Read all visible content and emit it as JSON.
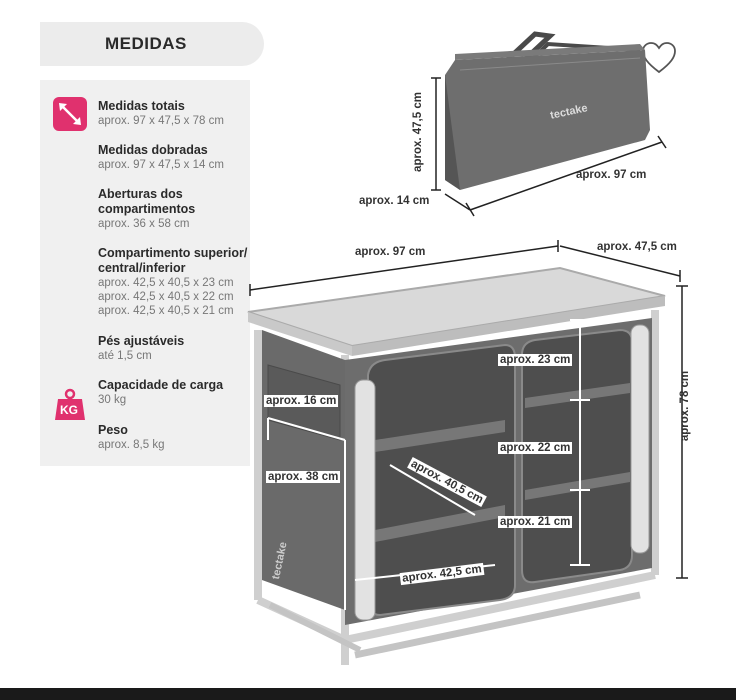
{
  "header": {
    "title": "MEDIDAS"
  },
  "specs": [
    {
      "title": "Medidas totais",
      "values": [
        "aprox. 97 x 47,5 x 78 cm"
      ]
    },
    {
      "title": "Medidas dobradas",
      "values": [
        "aprox. 97 x 47,5 x 14 cm"
      ]
    },
    {
      "title": "Aberturas dos compartimentos",
      "values": [
        "aprox. 36 x 58 cm"
      ]
    },
    {
      "title": "Compartimento superior/ central/inferior",
      "values": [
        "aprox. 42,5 x 40,5 x 23 cm",
        "aprox. 42,5 x 40,5 x 22 cm",
        "aprox. 42,5 x 40,5 x 21 cm"
      ]
    },
    {
      "title": "Pés ajustáveis",
      "values": [
        "até 1,5 cm"
      ]
    },
    {
      "title": "Capacidade de carga",
      "values": [
        "30 kg"
      ]
    },
    {
      "title": "Peso",
      "values": [
        "aprox. 8,5 kg"
      ]
    }
  ],
  "icons": {
    "measure": "diagonal-arrows-icon",
    "weight": "kg-weight-icon",
    "favorite": "heart-icon"
  },
  "icon_text": {
    "kg": "KG"
  },
  "bag": {
    "brand": "tectake",
    "height": "aprox. 47,5 cm",
    "depth": "aprox. 14 cm",
    "width": "aprox. 97 cm"
  },
  "unit": {
    "brand": "tectake",
    "width": "aprox. 97 cm",
    "depth": "aprox. 47,5 cm",
    "height": "aprox. 78 cm",
    "pocket": "aprox. 16 cm",
    "side": "aprox. 38 cm",
    "shelf_depth": "aprox. 40,5 cm",
    "shelf_width": "aprox. 42,5 cm",
    "top": "aprox. 23 cm",
    "middle": "aprox. 22 cm",
    "bottom": "aprox. 21 cm"
  },
  "colors": {
    "accent": "#e0316e",
    "fabric": "#6b6b6b",
    "frame": "#d9d9d9"
  }
}
